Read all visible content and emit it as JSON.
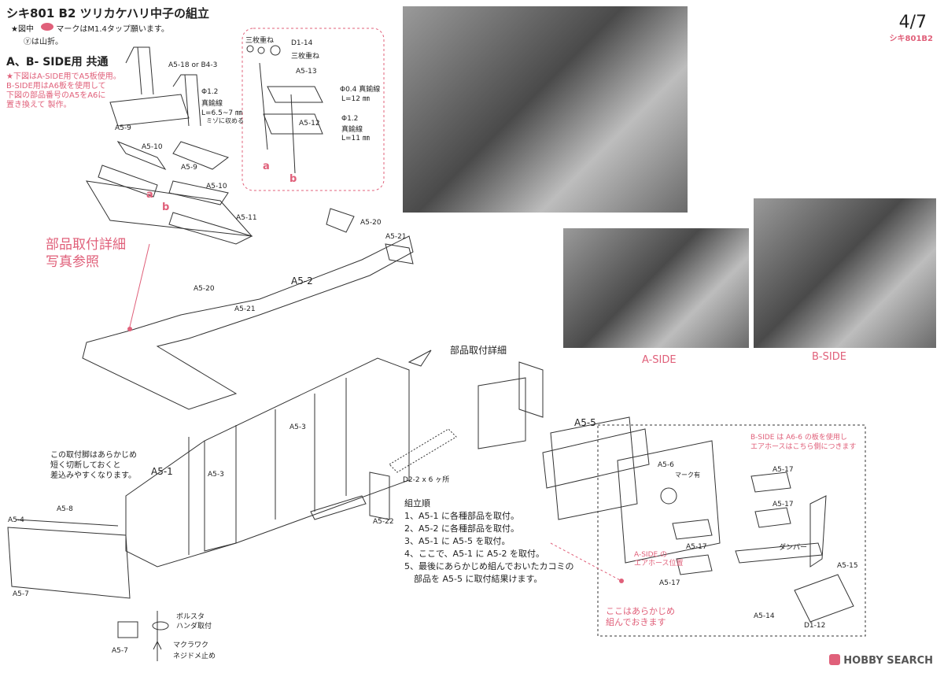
{
  "header": {
    "title": "シキ801 B2 ツリカケハリ中子の組立",
    "note1_prefix": "★図中",
    "note1_suffix": "マークはM1.4タップ願います。",
    "note2": "ⓨは山折。",
    "page": "4/7",
    "code": "シキ801B2"
  },
  "section": {
    "title": "A、B- SIDE用 共通",
    "notes": [
      "★下図はA-SIDE用でA5板使用。",
      "B-SIDE用はA6板を使用して",
      "下図の部品番号のA5をA6に",
      "置き換えて 製作。"
    ]
  },
  "detail_photo_ref": [
    "部品取付詳細",
    "写真参照"
  ],
  "detail_title": "部品取付詳細",
  "inset_labels": {
    "three_stack_1": "三枚重ね",
    "d1_14": "D1-14",
    "three_stack_2": "三枚重ね",
    "a5_13": "A5-13",
    "a5_12": "A5-12",
    "wire04": "Φ0.4 真鍮線",
    "wire04_len": "L=12 ㎜",
    "wire12": "Φ1.2",
    "wire12_b": "真鍮線",
    "wire12_len": "L=11 ㎜",
    "a": "a",
    "b": "b"
  },
  "part_labels": {
    "a5_18": "A5-18 or B4-3",
    "a5_9": "A5-9",
    "a5_9b": "A5-9",
    "a5_10": "A5-10",
    "a5_10b": "A5-10",
    "a5_11": "A5-11",
    "wire_left": "Φ1.2",
    "wire_left_b": "真鍮線",
    "wire_left_len": "L=6.5~7 ㎜",
    "wire_left_note": "ミゾに収める",
    "a": "a",
    "b": "b",
    "a5_20": "A5-20",
    "a5_21": "A5-21",
    "a5_20b": "A5-20",
    "a5_21b": "A5-21",
    "a5_2": "A5-2",
    "a5_1": "A5-1",
    "a5_3": "A5-3",
    "a5_3b": "A5-3",
    "a5_4": "A5-4",
    "a5_7": "A5-7",
    "a5_7b": "A5-7",
    "a5_8": "A5-8",
    "a5_22": "A5-22",
    "d2_2": "D2-2 x 6 ヶ所",
    "bolster": "ボルスタ",
    "bolster_b": "ハンダ取付",
    "makura": "マクラワク",
    "makura_b": "ネジドメ止め",
    "a5_5": "A5-5",
    "a5_6": "A5-6",
    "mark": "マーク有",
    "a5_17a": "A5-17",
    "a5_17b": "A5-17",
    "a5_17c": "A5-17",
    "a5_17d": "A5-17",
    "a5_15": "A5-15",
    "a5_14": "A5-14",
    "d1_12": "D1-12",
    "damper": "ダンパー"
  },
  "mount_note": [
    "この取付脚はあらかじめ",
    "短く切断しておくと",
    "差込みやすくなります。"
  ],
  "bside_note": [
    "B-SIDE は A6-6 の板を使用し",
    "エアホースはこちら側につきます"
  ],
  "aside_note": [
    "A-SIDE の",
    "エアホース位置"
  ],
  "preassemble_note": [
    "ここはあらかじめ",
    "組んでおきます"
  ],
  "steps": {
    "title": "組立順",
    "items": [
      "1、A5-1 に各種部品を取付。",
      "2、A5-2 に各種部品を取付。",
      "3、A5-1 に A5-5 を取付。",
      "4、ここで、A5-1 に A5-2 を取付。",
      "5、最後にあらかじめ組んでおいたカコミの",
      "部品を A5-5 に取付結果けます。"
    ]
  },
  "photos": {
    "aside": "A-SIDE",
    "bside": "B-SIDE"
  },
  "watermark": "HOBBY SEARCH"
}
